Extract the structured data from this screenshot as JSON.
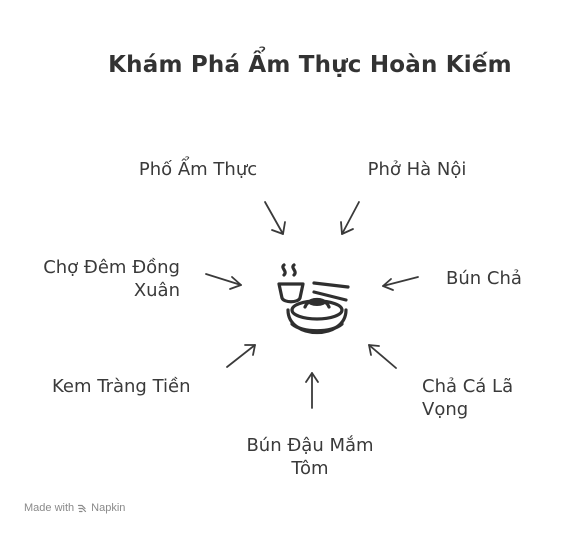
{
  "title": "Khám Phá Ẩm Thực Hoàn Kiếm",
  "items": [
    {
      "lines": [
        "Phố Ẩm Thực"
      ]
    },
    {
      "lines": [
        "Phở Hà Nội"
      ]
    },
    {
      "lines": [
        "Chợ Đêm Đồng",
        "Xuân"
      ]
    },
    {
      "lines": [
        "Bún Chả"
      ]
    },
    {
      "lines": [
        "Kem Tràng Tiền"
      ]
    },
    {
      "lines": [
        "Chả Cá Lã",
        "Vọng"
      ]
    },
    {
      "lines": [
        "Bún Đậu Mắm",
        "Tôm"
      ]
    }
  ],
  "center_icon": "noodle-bowl-icon",
  "footer": {
    "made_with": "Made with",
    "brand": "Napkin",
    "brand_icon": "napkin-logo-icon"
  }
}
